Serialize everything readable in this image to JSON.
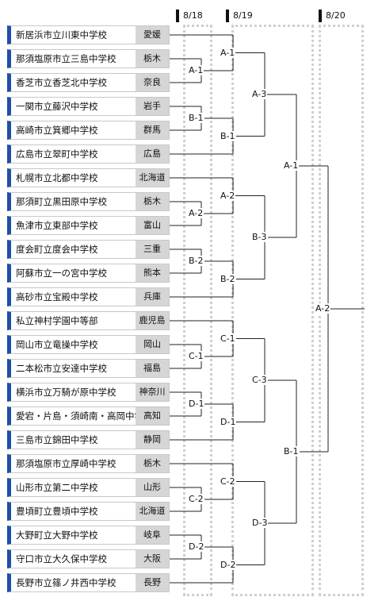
{
  "dates": [
    "8/18",
    "8/19",
    "8/20"
  ],
  "teams": [
    {
      "name": "新居浜市立川東中学校",
      "pref": "愛媛"
    },
    {
      "name": "那須塩原市立三島中学校",
      "pref": "栃木"
    },
    {
      "name": "香芝市立香芝北中学校",
      "pref": "奈良"
    },
    {
      "name": "一関市立藤沢中学校",
      "pref": "岩手"
    },
    {
      "name": "高崎市立箕郷中学校",
      "pref": "群馬"
    },
    {
      "name": "広島市立翠町中学校",
      "pref": "広島"
    },
    {
      "name": "札幌市立北都中学校",
      "pref": "北海道"
    },
    {
      "name": "那須町立黒田原中学校",
      "pref": "栃木"
    },
    {
      "name": "魚津市立東部中学校",
      "pref": "富山"
    },
    {
      "name": "度会町立度会中学校",
      "pref": "三重"
    },
    {
      "name": "阿蘇市立一の宮中学校",
      "pref": "熊本"
    },
    {
      "name": "高砂市立宝殿中学校",
      "pref": "兵庫"
    },
    {
      "name": "私立神村学園中等部",
      "pref": "鹿児島"
    },
    {
      "name": "岡山市立竜操中学校",
      "pref": "岡山"
    },
    {
      "name": "二本松市立安達中学校",
      "pref": "福島"
    },
    {
      "name": "横浜市立万騎が原中学校",
      "pref": "神奈川"
    },
    {
      "name": "愛宕・片島・須崎南・高岡中学校",
      "pref": "高知"
    },
    {
      "name": "三島市立錦田中学校",
      "pref": "静岡"
    },
    {
      "name": "那須塩原市立厚崎中学校",
      "pref": "栃木"
    },
    {
      "name": "山形市立第二中学校",
      "pref": "山形"
    },
    {
      "name": "豊頃町立豊頃中学校",
      "pref": "北海道"
    },
    {
      "name": "大野町立大野中学校",
      "pref": "岐阜"
    },
    {
      "name": "守口市立大久保中学校",
      "pref": "大阪"
    },
    {
      "name": "長野市立篠ノ井西中学校",
      "pref": "長野"
    }
  ],
  "match_labels": {
    "r1": [
      "A-1",
      "B-1",
      "A-2",
      "B-2",
      "C-1",
      "D-1",
      "C-2",
      "D-2"
    ],
    "r2": [
      "A-1",
      "B-1",
      "A-2",
      "B-2",
      "C-1",
      "D-1",
      "C-2",
      "D-2"
    ],
    "r3": [
      "A-3",
      "B-3",
      "C-3",
      "D-3"
    ],
    "r4": [
      "A-1",
      "B-1"
    ],
    "final": "A-2"
  }
}
